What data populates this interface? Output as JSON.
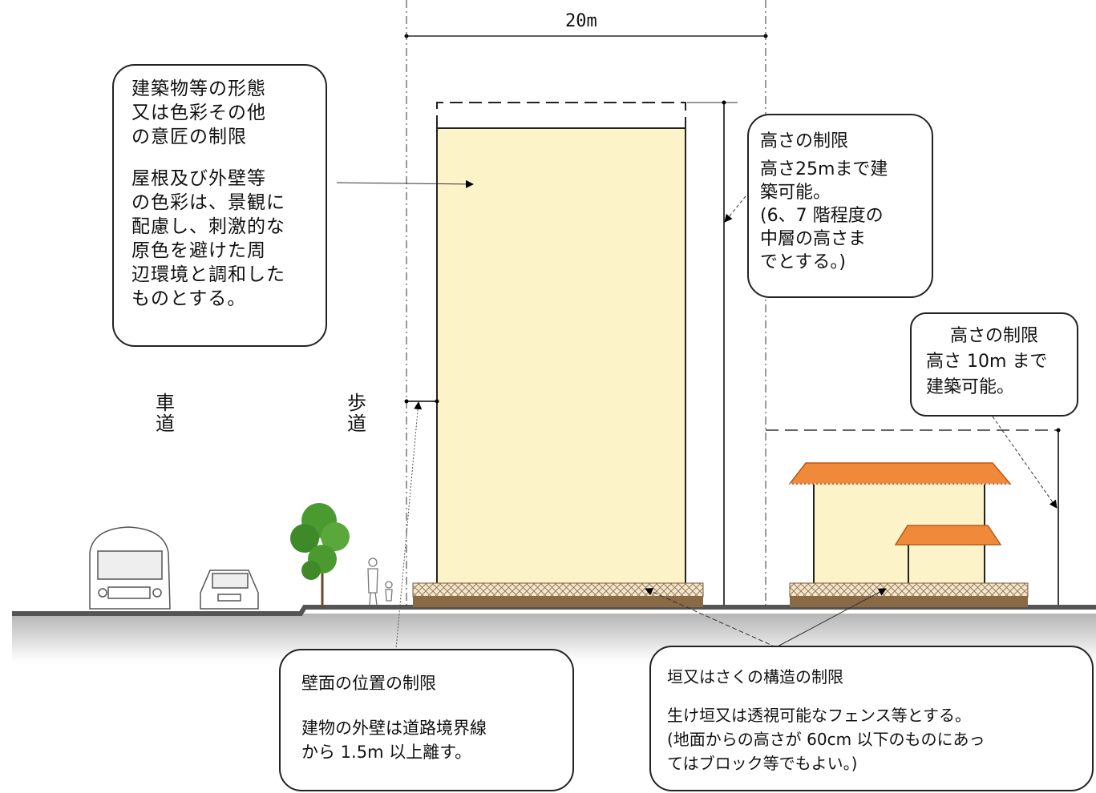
{
  "dimension_label": "20m",
  "road_labels": {
    "car": [
      "車",
      "道"
    ],
    "walk": [
      "歩",
      "道"
    ]
  },
  "design_note": {
    "title_lines": [
      "建築物等の形態",
      "又は色彩その他",
      "の意匠の制限"
    ],
    "body_lines": [
      "屋根及び外壁等",
      "の色彩は、景観に",
      "配慮し、刺激的な",
      "原色を避けた周",
      "辺環境と調和した",
      "ものとする。"
    ]
  },
  "height_note_tall": {
    "title": "高さの制限",
    "body_lines": [
      "高さ25mまで建",
      "築可能。",
      "(6、7 階程度の",
      "中層の高さま",
      "でとする。)"
    ]
  },
  "height_note_low": {
    "title": "高さの制限",
    "body_lines": [
      "高さ 10m まで",
      "建築可能。"
    ]
  },
  "wall_note": {
    "title": "壁面の位置の制限",
    "body_lines": [
      "建物の外壁は道路境界線",
      "から 1.5m 以上離す。"
    ]
  },
  "fence_note": {
    "title": "垣又はさくの構造の制限",
    "body_lines": [
      "生け垣又は透視可能なフェンス等とする。",
      "(地面からの高さが 60cm 以下のものにあっ",
      "てはブロック等でもよい。)"
    ]
  },
  "colors": {
    "building_fill": "#fdf3c8",
    "roof": "#f08a3a",
    "fence": "#c8a878",
    "base": "#8a6a45",
    "ground": "#555555",
    "tree": "#4a9a30"
  }
}
